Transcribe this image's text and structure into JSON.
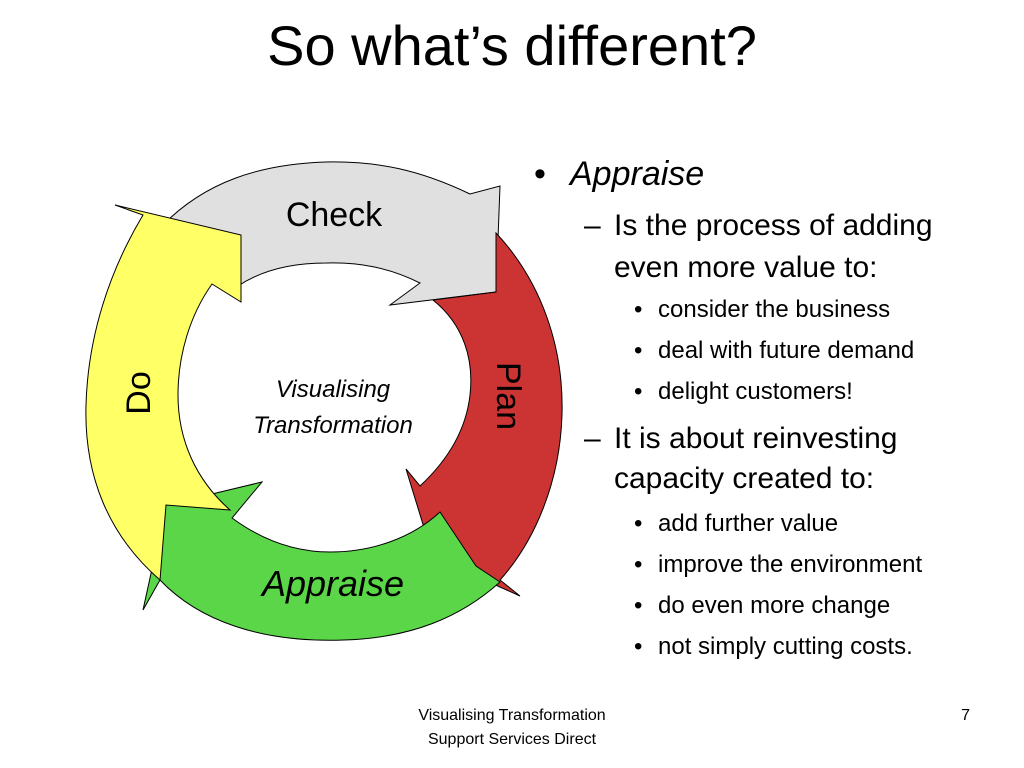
{
  "title": "So what’s different?",
  "cycle": {
    "center_line1": "Visualising",
    "center_line2": "Transformation",
    "segments": {
      "check": {
        "label": "Check",
        "color": "#e0e0e0"
      },
      "plan": {
        "label": "Plan",
        "color": "#cc3333"
      },
      "appraise": {
        "label": "Appraise",
        "color": "#5cd649"
      },
      "do": {
        "label": "Do",
        "color": "#ffff66"
      }
    }
  },
  "bullets": {
    "main": {
      "marker": "•",
      "text": "Appraise"
    },
    "sub1": {
      "marker": "–",
      "line1": "Is the process of adding",
      "line2": "even more value to:",
      "items": [
        "consider the business",
        "deal with future demand",
        "delight customers!"
      ]
    },
    "sub2": {
      "marker": "–",
      "line1": "It is about reinvesting",
      "line2": "capacity created to:",
      "items": [
        "add further value",
        "improve the environment",
        "do even more change",
        "not simply cutting costs."
      ]
    },
    "item_marker": "•"
  },
  "footer": {
    "line1": "Visualising Transformation",
    "line2": "Support Services Direct",
    "page_number": "7"
  }
}
